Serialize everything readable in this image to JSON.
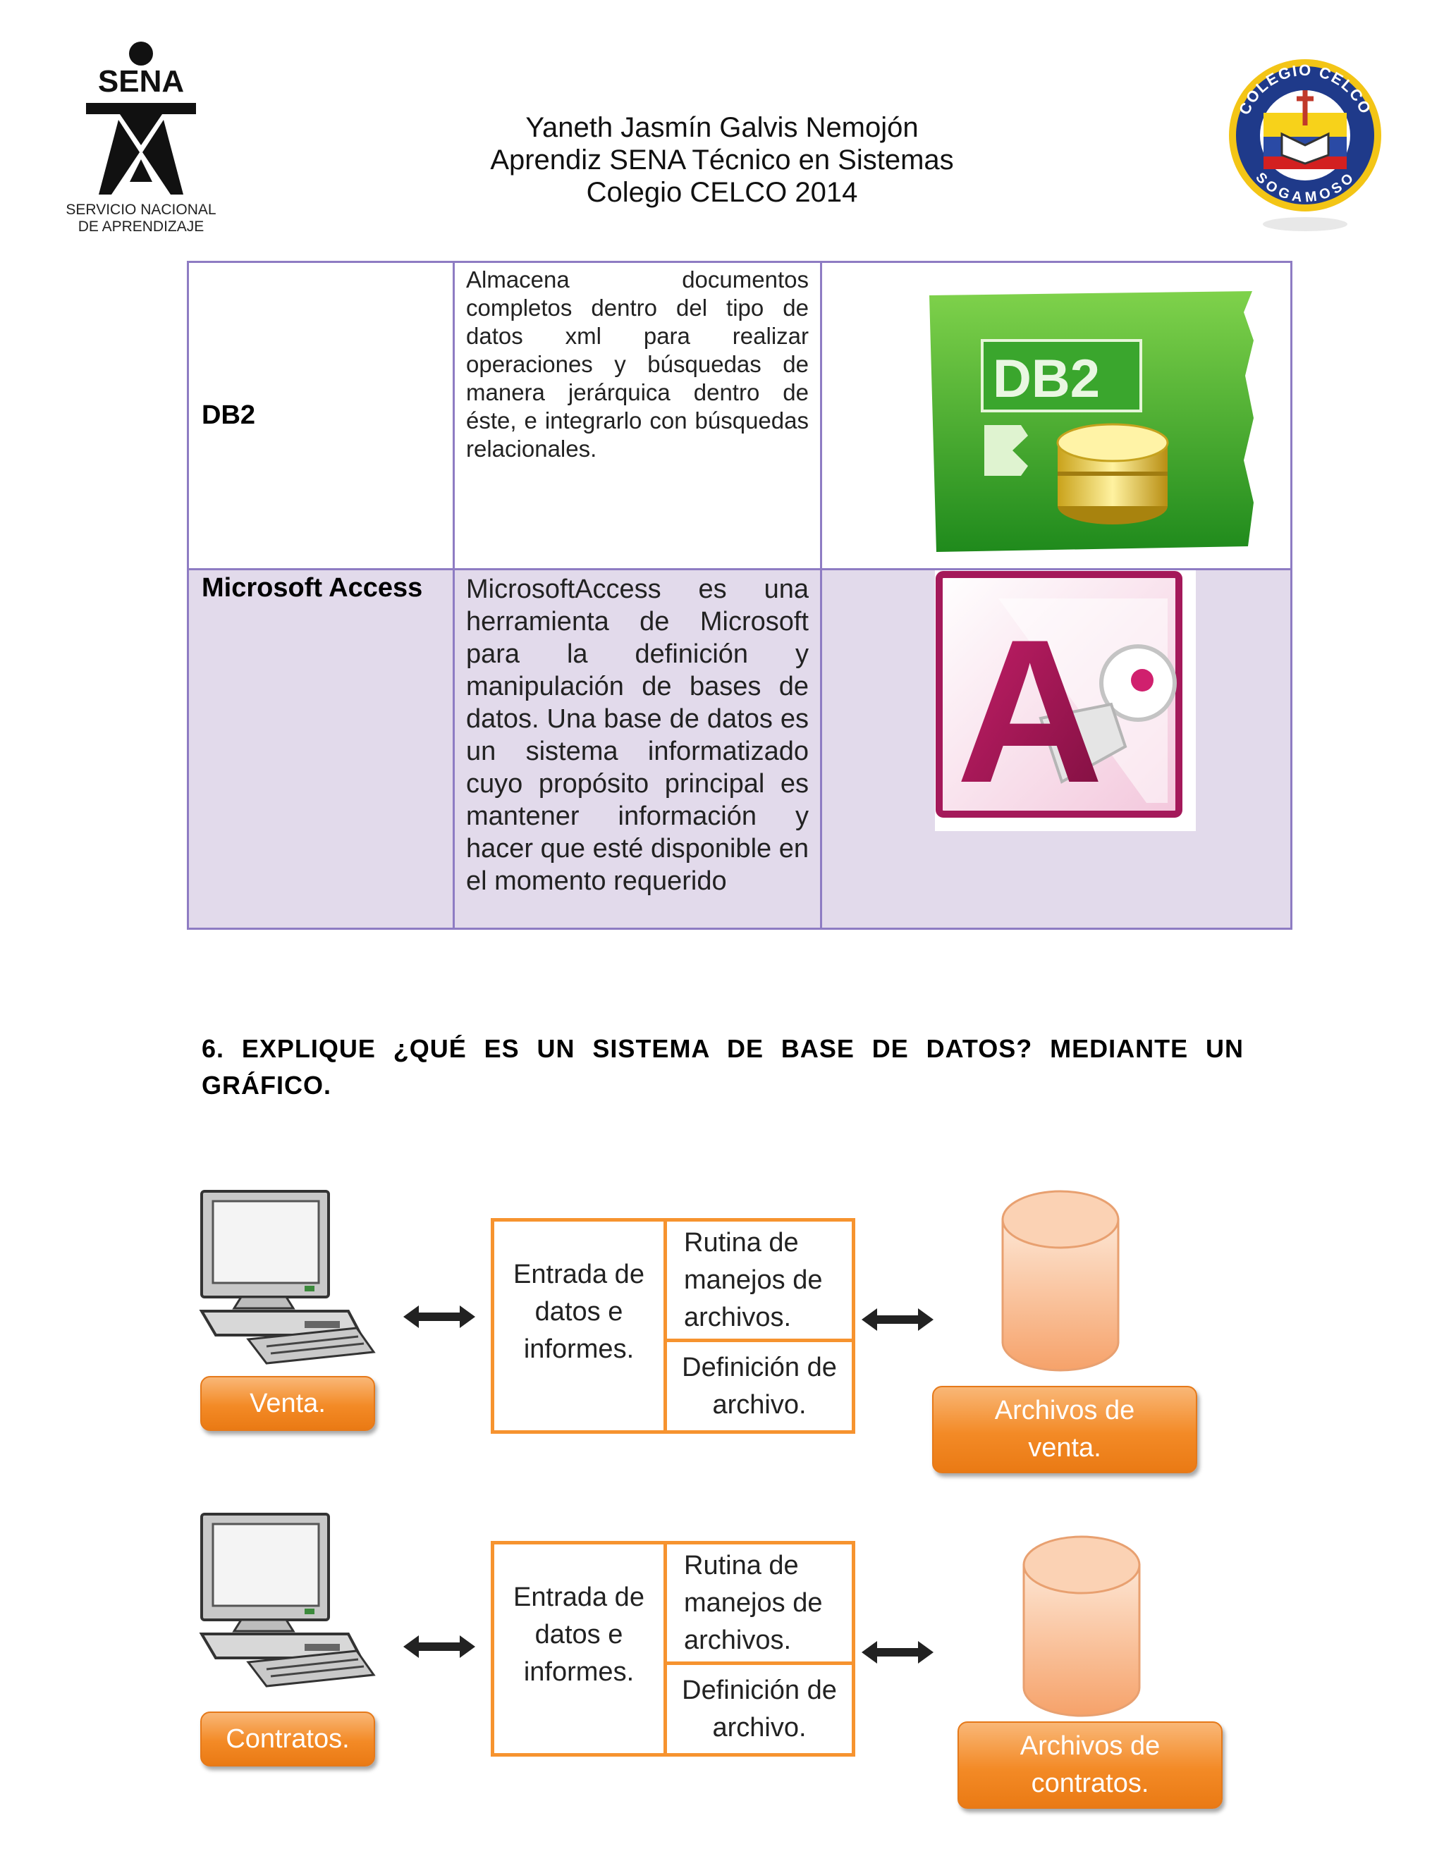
{
  "header": {
    "line1": "Yaneth Jasmín Galvis Nemojón",
    "line2": "Aprendiz SENA Técnico en Sistemas",
    "line3": "Colegio CELCO 2014",
    "sena_logo": {
      "top": "SENA",
      "line1": "SERVICIO NACIONAL",
      "line2": "DE APRENDIZAJE"
    },
    "celco_logo": {
      "top": "COLEGIO CELCO",
      "bottom": "SOGAMOSO"
    }
  },
  "table": {
    "rows": [
      {
        "name": "DB2",
        "description": "Almacena documentos completos dentro del tipo de datos xml para realizar operaciones y búsquedas de manera jerárquica dentro de éste, e integrarlo con búsquedas relacionales.",
        "logo_text": "DB2",
        "logo_colors": {
          "primary": "#2e9b23",
          "light": "#7fd24b"
        }
      },
      {
        "name": "Microsoft Access",
        "description": "MicrosoftAccess es una herramienta de Microsoft para la definición y manipulación de bases de datos. Una base de datos es un sistema informatizado cuyo propósito principal es mantener información y hacer  que esté disponible en el momento requerido",
        "logo_text": "A",
        "logo_colors": {
          "primary": "#a4195a",
          "light": "#f6d2e4"
        }
      }
    ]
  },
  "question": "6. EXPLIQUE ¿QUÉ ES UN SISTEMA DE BASE DE DATOS? MEDIANTE UN GRÁFICO.",
  "diagram": {
    "rows": [
      {
        "user_label": "Venta.",
        "entrada": "Entrada de datos e informes.",
        "rutina": "Rutina de manejos de archivos.",
        "definicion": "Definición de archivo.",
        "archivo": "Archivos de venta."
      },
      {
        "user_label": "Contratos.",
        "entrada": "Entrada de datos e informes.",
        "rutina": "Rutina de manejos de archivos.",
        "definicion": "Definición de archivo.",
        "archivo": "Archivos de contratos."
      }
    ],
    "colors": {
      "box_border": "#f6932f",
      "label_fill": "#f38a26",
      "cylinder": "#f9b98a"
    }
  }
}
